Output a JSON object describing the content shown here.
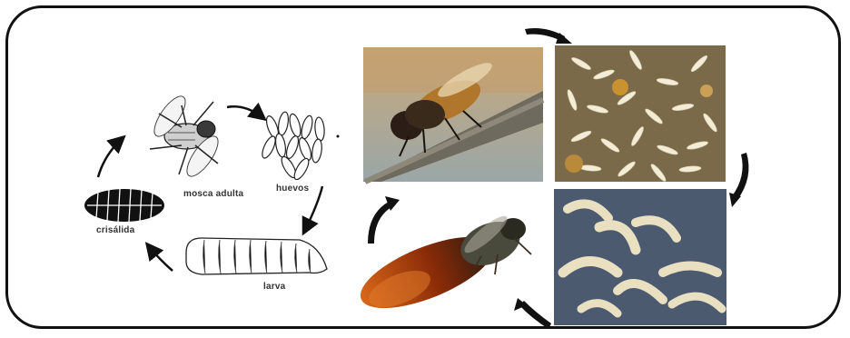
{
  "diagram": {
    "labels": {
      "adult": "mosca adulta",
      "eggs": "huevos",
      "larva": "larva",
      "pupa": "crisálida"
    },
    "photos": [
      {
        "name": "adult-fly-photo"
      },
      {
        "name": "eggs-photo"
      },
      {
        "name": "larvae-photo"
      },
      {
        "name": "pupa-photo"
      }
    ]
  }
}
